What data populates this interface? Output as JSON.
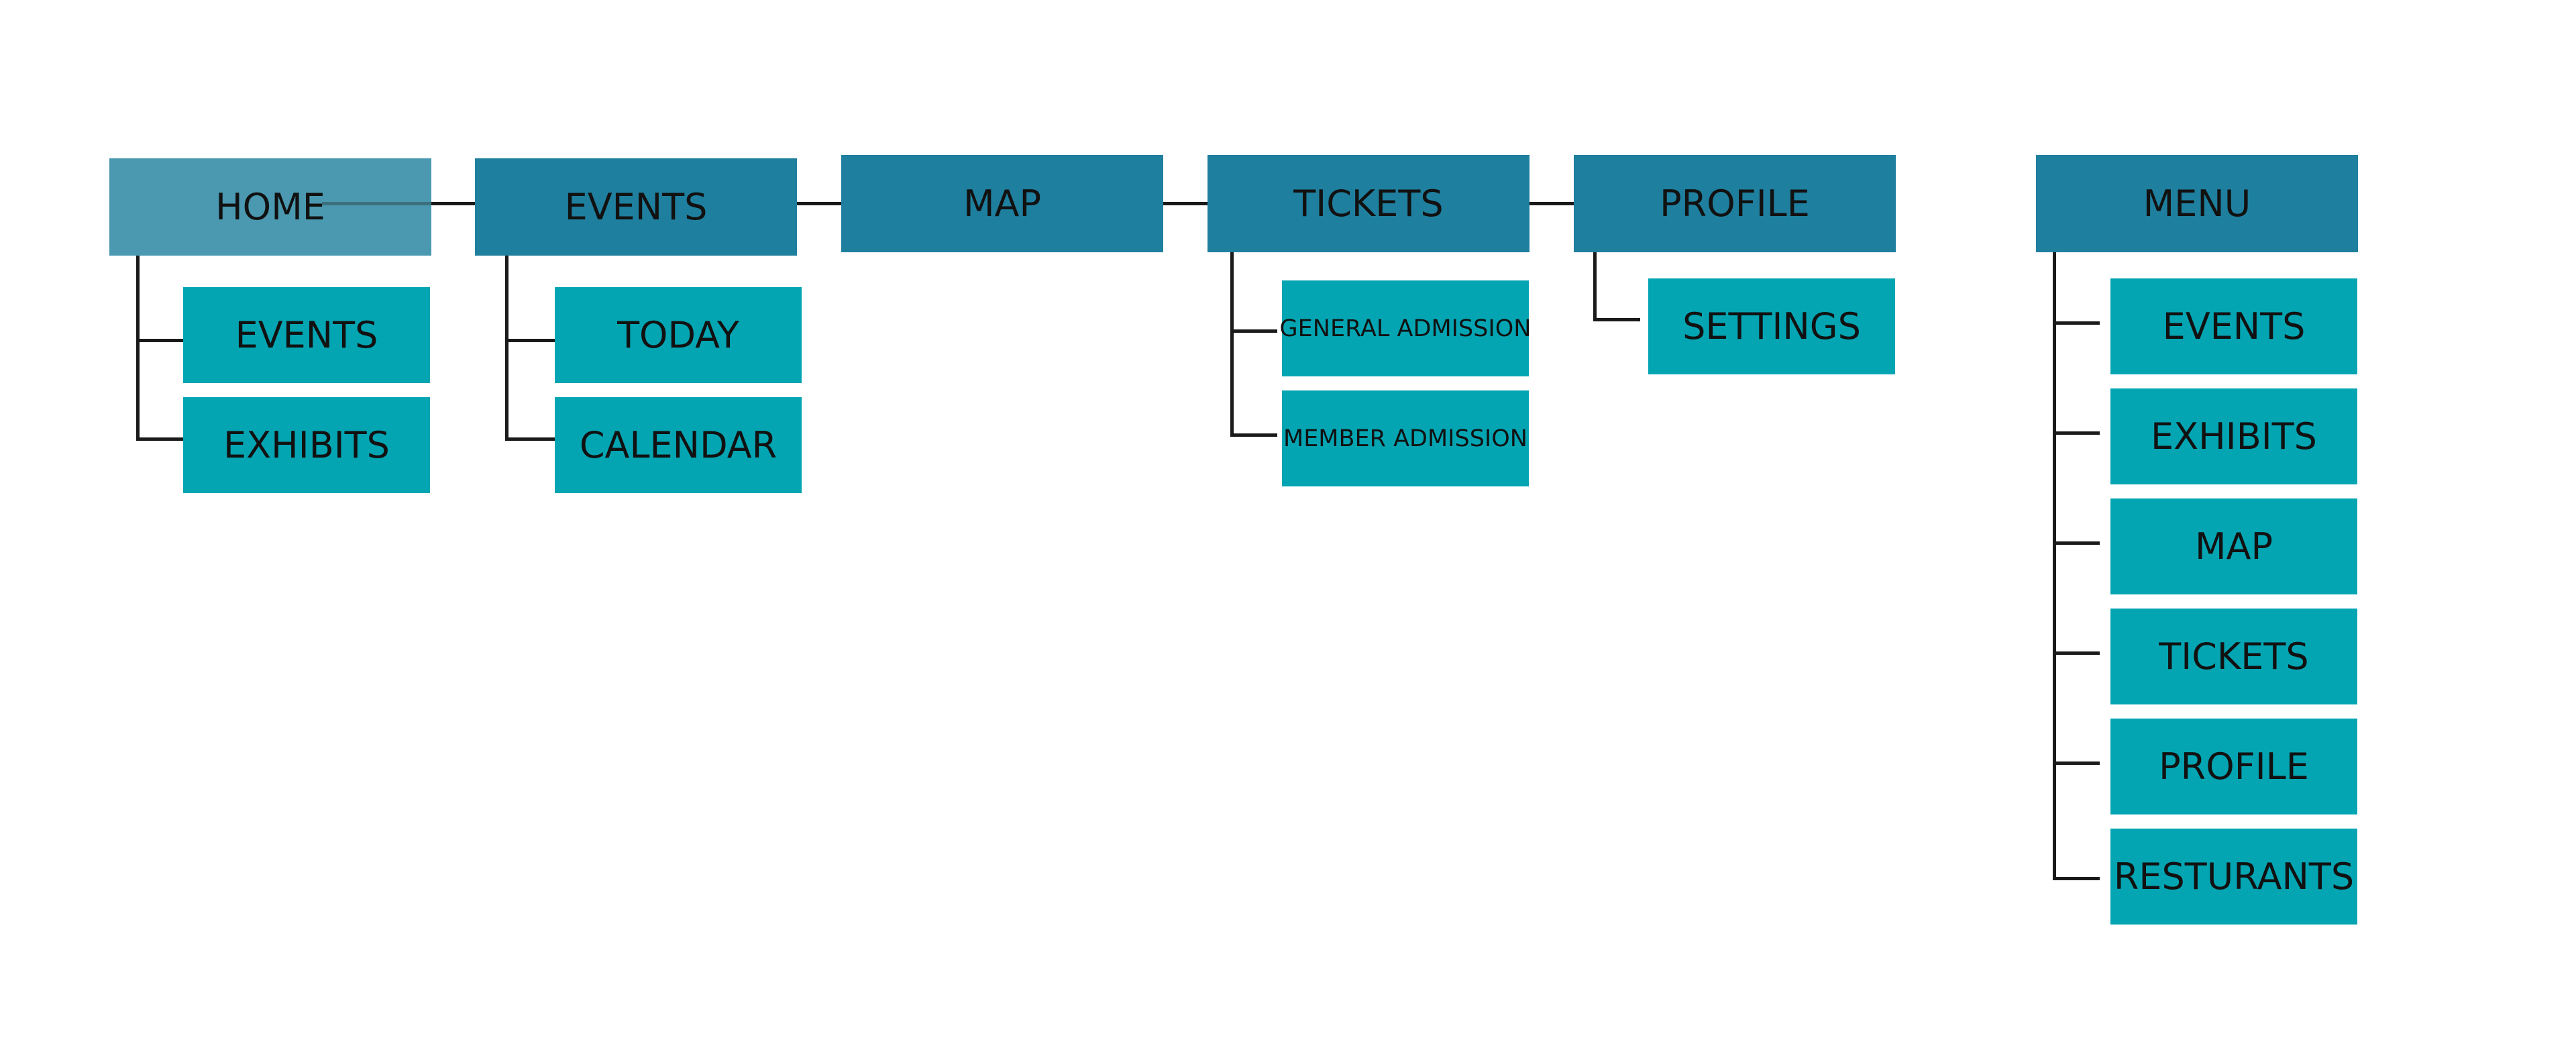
{
  "colors": {
    "home": "#4a99b0",
    "primary": "#1f7f9e",
    "child": "#04a5b3",
    "line": "#1a1a1a",
    "text": "#111111"
  },
  "nav": {
    "home": "HOME",
    "events": "EVENTS",
    "map": "MAP",
    "tickets": "TICKETS",
    "profile": "PROFILE",
    "menu": "MENU"
  },
  "home_children": [
    "EVENTS",
    "EXHIBITS"
  ],
  "events_children": [
    "TODAY",
    "CALENDAR"
  ],
  "tickets_children": [
    "GENERAL ADMISSION",
    "MEMBER ADMISSION"
  ],
  "profile_children": [
    "SETTINGS"
  ],
  "menu_children": [
    "EVENTS",
    "EXHIBITS",
    "MAP",
    "TICKETS",
    "PROFILE",
    "RESTURANTS"
  ]
}
